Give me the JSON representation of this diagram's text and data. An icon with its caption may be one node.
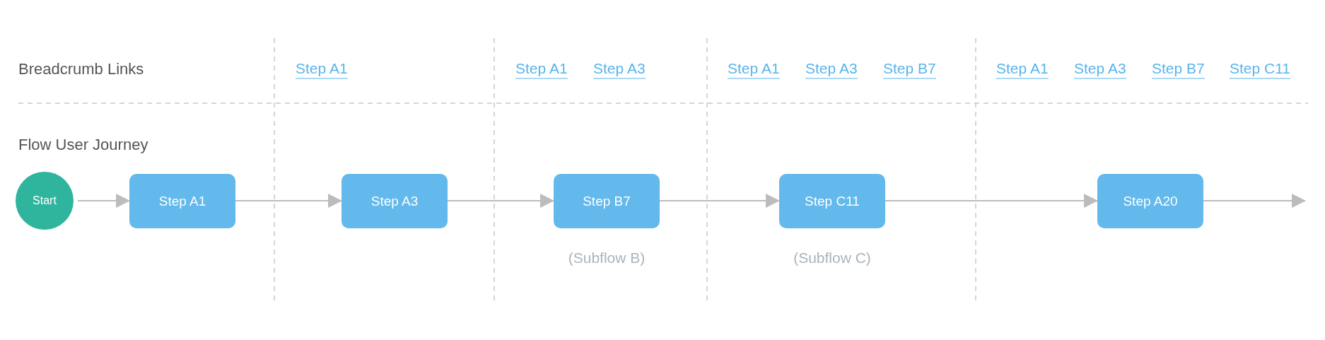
{
  "diagram": {
    "nodes": [
      {
        "text": [
          "Start"
        ]
      },
      {
        "text": [
          "Step A1"
        ]
      },
      {
        "text": [
          "Step A3"
        ]
      },
      {
        "text": [
          "Step B7"
        ],
        "beside": [
          "(Subflow B)"
        ]
      },
      {
        "text": [
          "Step C11"
        ],
        "beside": [
          "(Subflow C)"
        ]
      },
      {
        "text": [
          "Step A20"
        ]
      }
    ],
    "edges": [
      {
        "from": 0,
        "to": 1,
        "arrow": "to"
      },
      {
        "from": 1,
        "to": 2,
        "arrow": "to"
      },
      {
        "from": 2,
        "to": 3,
        "arrow": "to"
      },
      {
        "from": 3,
        "to": 4,
        "arrow": "to"
      },
      {
        "from": 4,
        "to": 5,
        "arrow": "to"
      },
      {
        "from": 5,
        "to": null,
        "arrow": "to"
      }
    ],
    "labels": [
      "Breadcrumb Links",
      "Step A1",
      "Step A1",
      "Step A3",
      "Step A1",
      "Step A3",
      "Step B7",
      "Step A1",
      "Step A3",
      "Step B7",
      "Step C11",
      "Flow User Journey"
    ]
  }
}
